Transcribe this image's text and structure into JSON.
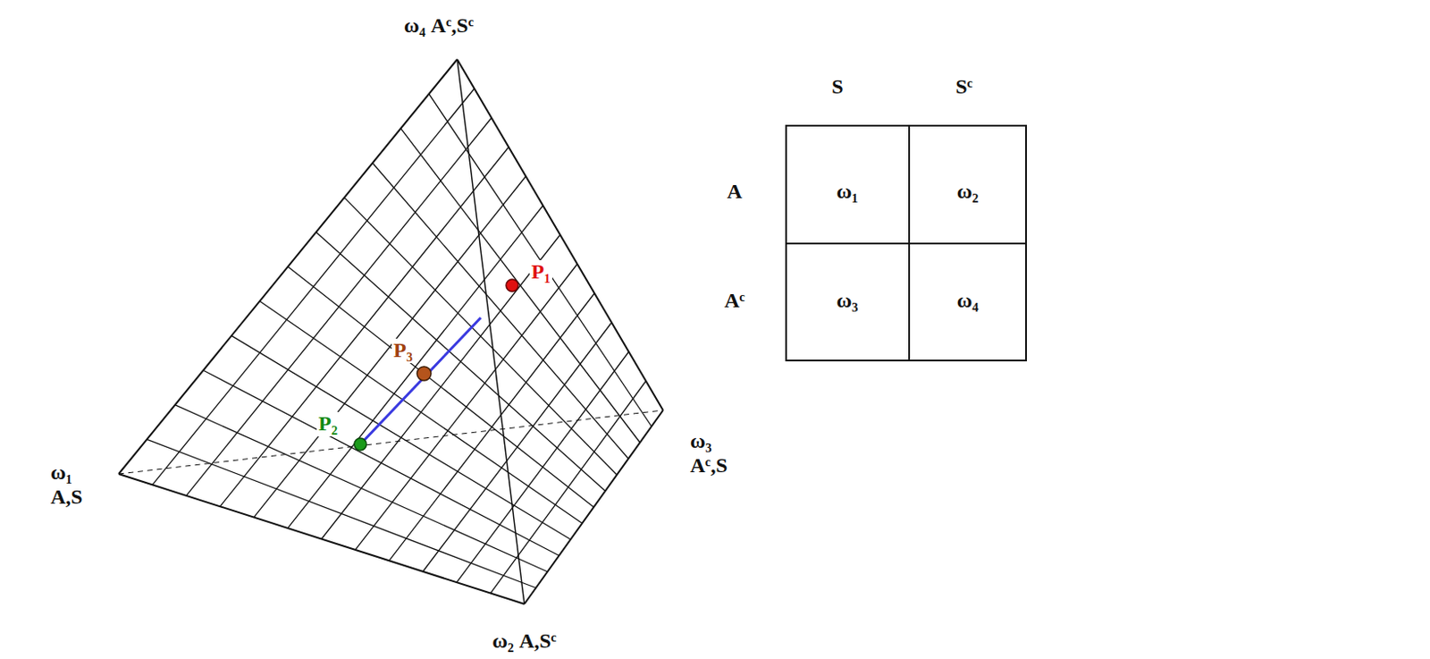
{
  "diagram": {
    "labels": [
      "ω₄ Aᶜ,Sᶜ",
      "S",
      "Sᶜ",
      "A",
      "ω₁",
      "ω₂",
      "Aᶜ",
      "ω₃",
      "ω₄",
      "P₁",
      "P₃",
      "P₂",
      "ω₁ A,S",
      "ω₃ Aᶜ,S",
      "ω₂ A,Sᶜ"
    ]
  }
}
